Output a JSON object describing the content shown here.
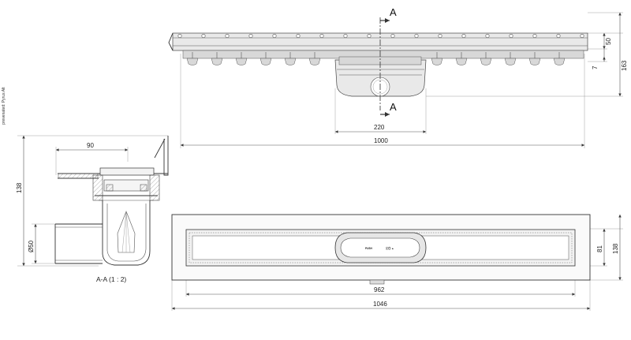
{
  "side_label": "prevenated: Pyrus Alt",
  "top_view": {
    "section_mark": "A",
    "dimensions": {
      "d220": "220",
      "d1000": "1000",
      "d50": "50",
      "d7": "7",
      "d163": "163"
    }
  },
  "section_view": {
    "caption": "A-A  (1 : 2)",
    "dimensions": {
      "d90": "90",
      "d138": "138",
      "d50": "Ø50"
    }
  },
  "plan_view": {
    "dimensions": {
      "d962": "962",
      "d1046": "1046",
      "d81": "81",
      "d138": "138"
    },
    "cover_texts": [
      "PUSH",
      "ⓒ◎ ▲"
    ]
  }
}
